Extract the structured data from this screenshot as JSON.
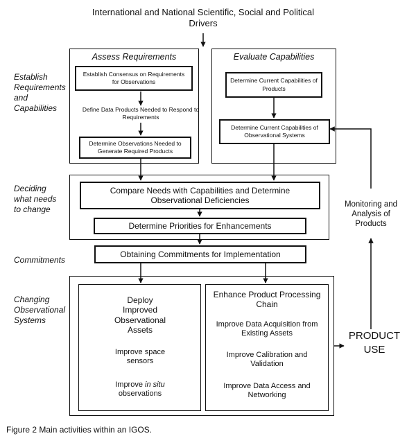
{
  "top_driver": "International and National Scientific, Social and Political Drivers",
  "sections": {
    "establish": "Establish Requirements and Capabilities",
    "deciding": "Deciding what needs to change",
    "commitments": "Commitments",
    "changing": "Changing Observational Systems"
  },
  "assess": {
    "title": "Assess Requirements",
    "consensus": "Establish Consensus on Requirements for Observations",
    "define": "Define Data Products Needed to Respond to Requirements",
    "determine_obs": "Determine Observations Needed to Generate Required Products"
  },
  "evaluate": {
    "title": "Evaluate Capabilities",
    "products": "Determine Current Capabilities of Products",
    "systems": "Determine Current Capabilities of Observational Systems"
  },
  "compare": "Compare Needs with Capabilities and Determine Observational Deficiencies",
  "priorities": "Determine Priorities for Enhancements",
  "obtaining": "Obtaining Commitments for Implementation",
  "deploy": {
    "title": "Deploy Improved Observational Assets",
    "space": "Improve space sensors",
    "insitu_pre": "Improve",
    "insitu_em": "in situ",
    "insitu_post": "observations"
  },
  "enhance": {
    "title": "Enhance Product Processing Chain",
    "acquisition": "Improve Data Acquisition from Existing Assets",
    "calibration": "Improve Calibration and Validation",
    "access": "Improve Data Access and Networking"
  },
  "monitoring": "Monitoring and Analysis of Products",
  "product_use": "PRODUCT USE",
  "caption": "Figure 2  Main activities within an IGOS."
}
